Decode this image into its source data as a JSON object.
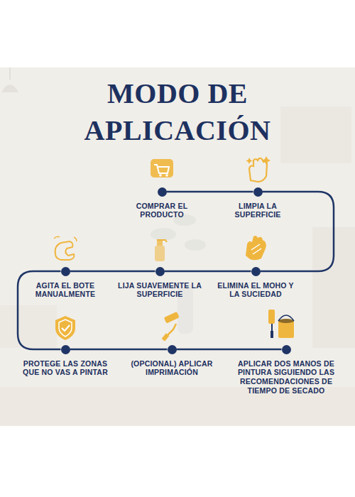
{
  "diagram": {
    "title": "MODO DE APLICACIÓN",
    "nodes": [
      {
        "text": [
          "COMPRAR EL PRODUCTO"
        ]
      },
      {
        "text": [
          "LIMPIA LA SUPERFICIE"
        ]
      },
      {
        "text": [
          "ELIMINA EL MOHO Y LA SUCIEDAD"
        ]
      },
      {
        "text": [
          "LIJA SUAVEMENTE LA SUPERFICIE"
        ]
      },
      {
        "text": [
          "AGITA EL BOTE MANUALMENTE"
        ]
      },
      {
        "text": [
          "PROTEGE LAS ZONAS QUE NO VAS A PINTAR"
        ]
      },
      {
        "text": [
          "(OPCIONAL) APLICAR IMPRIMACIÓN"
        ]
      },
      {
        "text": [
          "APLICAR DOS MANOS DE PINTURA SIGUIENDO LAS RECOMENDACIONES DE TIEMPO DE SECADO"
        ]
      }
    ],
    "edges": [
      {
        "from": 0,
        "to": 1,
        "arrow": "none"
      },
      {
        "from": 1,
        "to": 2,
        "arrow": "none"
      },
      {
        "from": 2,
        "to": 3,
        "arrow": "none"
      },
      {
        "from": 3,
        "to": 4,
        "arrow": "none"
      },
      {
        "from": 4,
        "to": 5,
        "arrow": "none"
      },
      {
        "from": 5,
        "to": 6,
        "arrow": "none"
      },
      {
        "from": 6,
        "to": 7,
        "arrow": "none"
      }
    ]
  }
}
